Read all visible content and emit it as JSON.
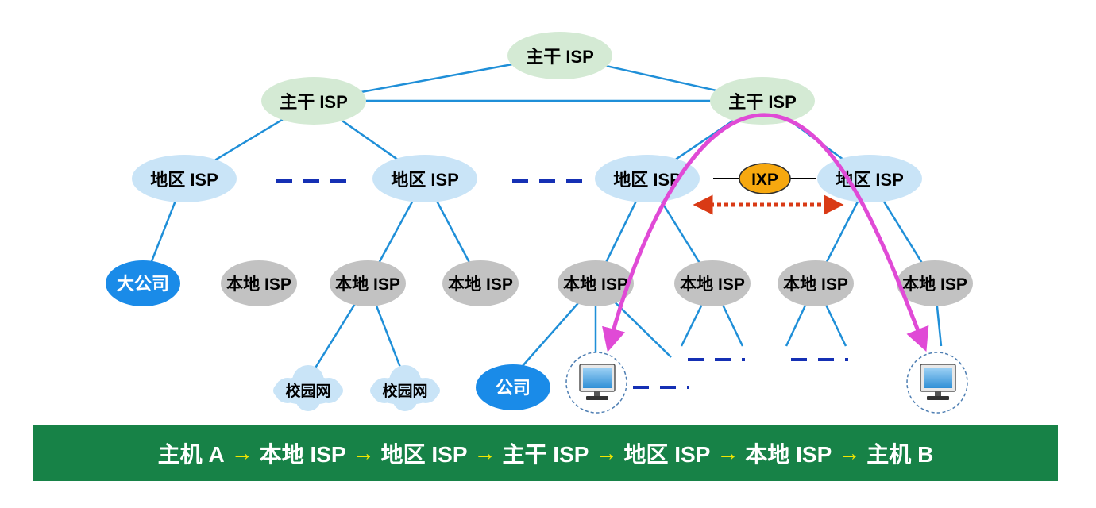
{
  "nodes": {
    "backbone_top": "主干 ISP",
    "backbone_left": "主干 ISP",
    "backbone_right": "主干 ISP",
    "regional_1": "地区 ISP",
    "regional_2": "地区 ISP",
    "regional_3": "地区 ISP",
    "regional_4": "地区 ISP",
    "ixp": "IXP",
    "big_company": "大公司",
    "local_1": "本地 ISP",
    "local_2": "本地 ISP",
    "local_3": "本地 ISP",
    "local_4": "本地 ISP",
    "local_5": "本地 ISP",
    "local_6": "本地 ISP",
    "local_7": "本地 ISP",
    "campus_1": "校园网",
    "campus_2": "校园网",
    "company": "公司"
  },
  "path": {
    "steps": [
      "主机 A",
      "本地 ISP",
      "地区 ISP",
      "主干 ISP",
      "地区 ISP",
      "本地 ISP",
      "主机 B"
    ],
    "arrow": "→"
  },
  "colors": {
    "backbone": "#d4ead4",
    "regional": "#c9e4f7",
    "local": "#c2c2c2",
    "company": "#1a8be8",
    "ixp": "#f7a80f",
    "link": "#1f8fd8",
    "dash": "#1530b4",
    "route": "#e04ad6",
    "ixp_arrow": "#d93a15",
    "banner": "#178247"
  },
  "icons": [
    "host-computer-icon",
    "cloud-icon"
  ]
}
